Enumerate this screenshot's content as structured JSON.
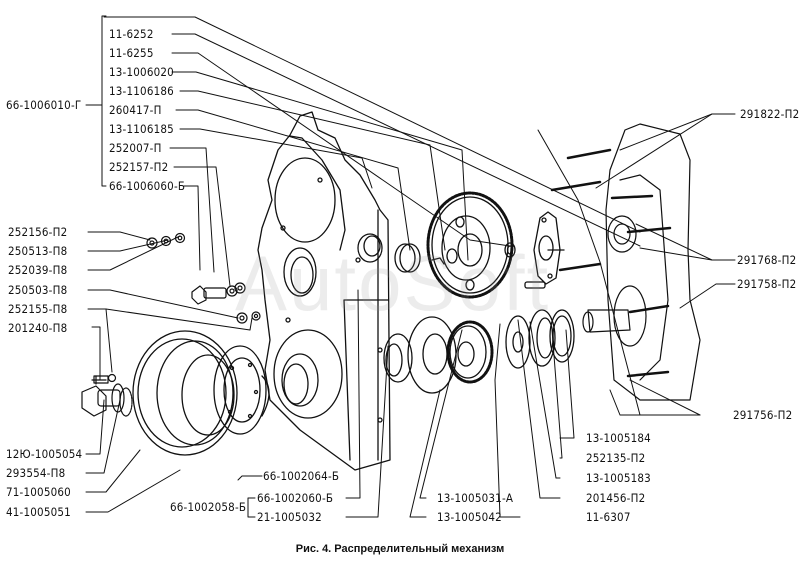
{
  "figure": {
    "caption": "Рис. 4. Распределительный механизм",
    "watermark": "AutoSoft",
    "line_color": "#111111",
    "background": "#ffffff"
  },
  "labels": {
    "group_left": "66-1006010-Г",
    "group_left_items": [
      "11-6252",
      "11-6255",
      "13-1006020",
      "13-1106186",
      "260417-П",
      "13-1106185",
      "252007-П",
      "252157-П2",
      "66-1006060-Б"
    ],
    "left_column": [
      "252156-П2",
      "250513-П8",
      "252039-П8",
      "250503-П8",
      "252155-П8",
      "201240-П8"
    ],
    "bottom_left": [
      "12Ю-1005054",
      "293554-П8",
      "71-1005060",
      "41-1005051"
    ],
    "bottom_center": {
      "cover": "66-1002064-Б",
      "group": "66-1002058-Б",
      "group_items": [
        "66-1002060-Б",
        "21-1005032"
      ]
    },
    "bottom_gears": [
      "13-1005031-А",
      "13-1005042"
    ],
    "bottom_right": [
      "13-1005184",
      "252135-П2",
      "13-1005183",
      "201456-П2",
      "11-6307"
    ],
    "right_column": [
      "291822-П2",
      "291768-П2",
      "291758-П2",
      "291756-П2"
    ]
  }
}
